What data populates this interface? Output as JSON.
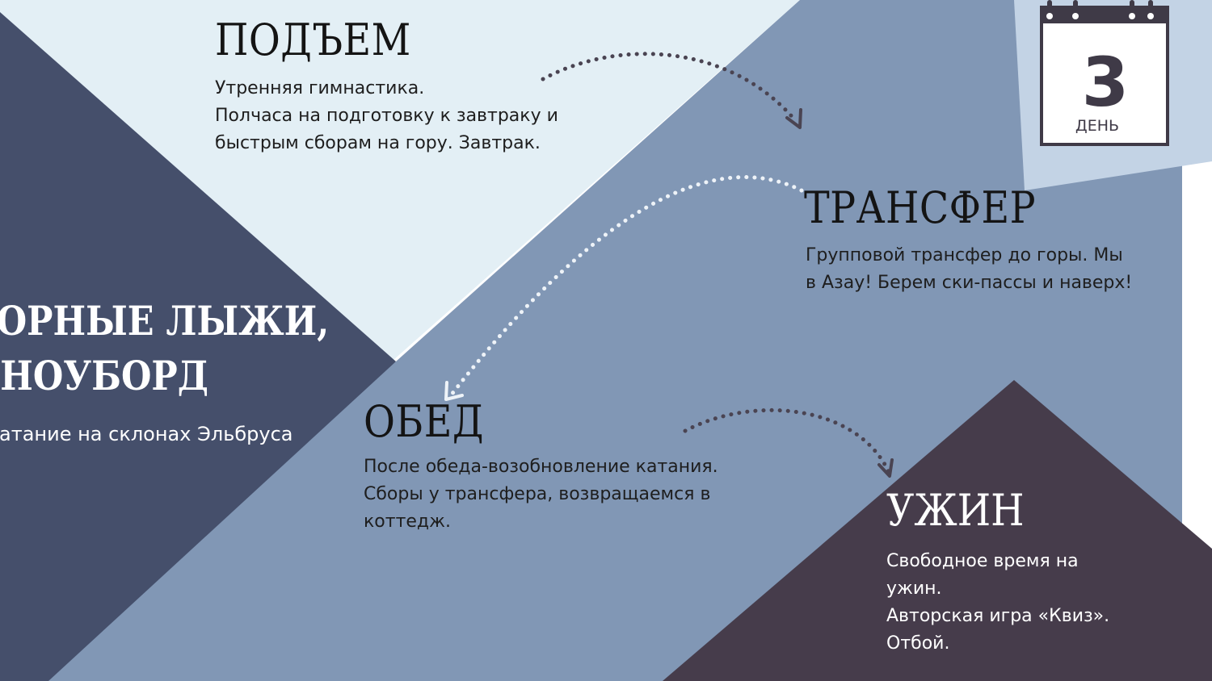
{
  "colors": {
    "pale_blue": "#e3eff5",
    "slate_blue": "#8197b5",
    "navy": "#454f6b",
    "plum": "#463c4b",
    "calendar_bg": "#c3d3e5",
    "calendar_ink": "#3f3a47",
    "arrow_dark": "#4a4452",
    "arrow_light": "#eef3f8"
  },
  "intro": {
    "title_line1": "ГОРНЫЕ ЛЫЖИ,",
    "title_line2": "СНОУБОРД",
    "subtitle": "Катание на склонах Эльбруса"
  },
  "calendar": {
    "icon": "calendar-icon",
    "number": "3",
    "label": "ДЕНЬ"
  },
  "steps": {
    "wake": {
      "title": "ПОДЪЕМ",
      "lines": [
        "Утренняя гимнастика.",
        "Полчаса на подготовку к завтраку и",
        "быстрым сборам на гору. Завтрак."
      ]
    },
    "transfer": {
      "title": "ТРАНСФЕР",
      "lines": [
        "Групповой трансфер до горы. Мы",
        "в Азау! Берем ски-пассы и наверх!"
      ]
    },
    "lunch": {
      "title": "ОБЕД",
      "lines": [
        "После обеда-возобновление катания.",
        "Сборы у трансфера, возвращаемся в",
        "коттедж."
      ]
    },
    "dinner": {
      "title": "УЖИН",
      "lines": [
        "Свободное время на",
        "ужин.",
        "Авторская игра «Квиз».",
        "Отбой."
      ]
    }
  }
}
